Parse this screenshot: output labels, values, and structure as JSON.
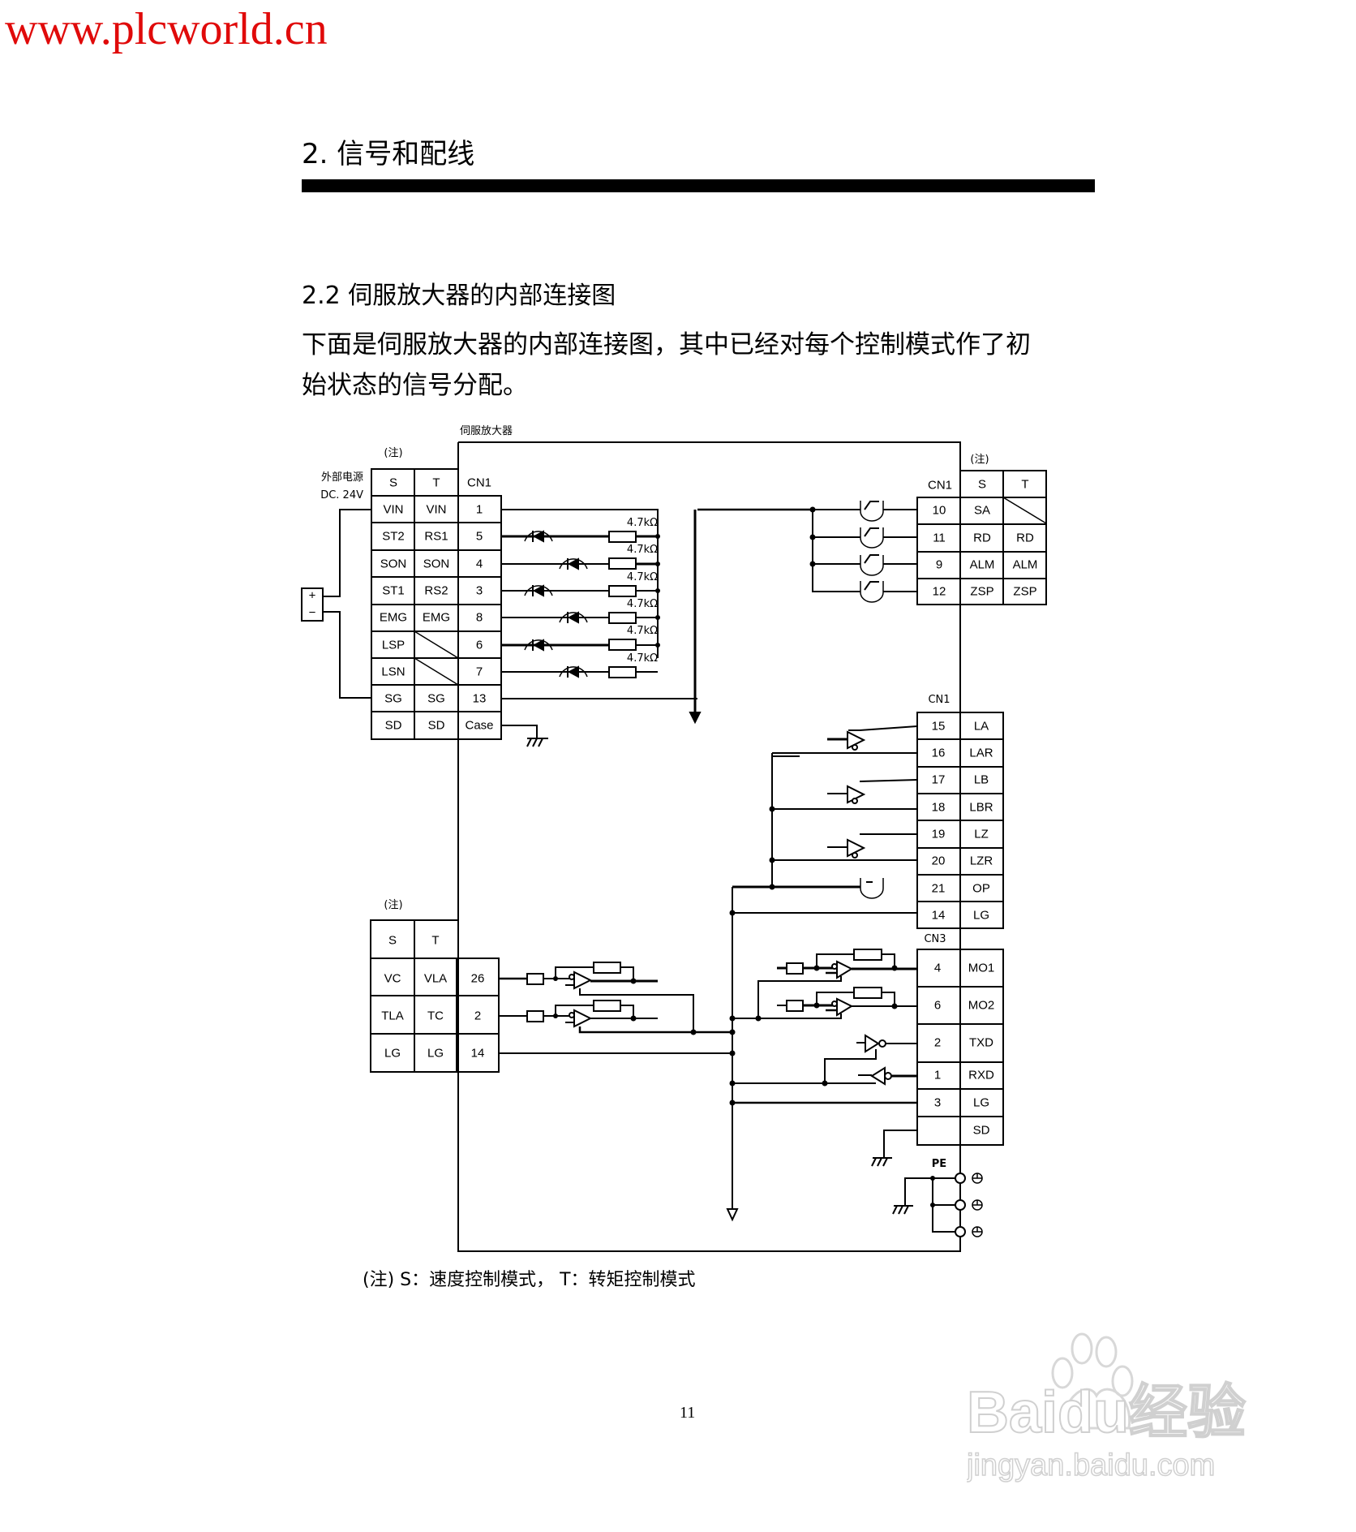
{
  "watermark_top": "www.plcworld.cn",
  "chapter": {
    "title": "2.  信号和配线"
  },
  "section": {
    "title": "2.2  伺服放大器的内部连接图"
  },
  "paragraph": {
    "line1": "下面是伺服放大器的内部连接图，其中已经对每个控制模式作了初",
    "line2": "始状态的信号分配。"
  },
  "diagram": {
    "amp_label": "伺服放大器",
    "ext_power_label": "外部电源",
    "ext_power_voltage": "DC. 24V",
    "note_mark": "(注)",
    "cn1_input": {
      "header": [
        "S",
        "T",
        "CN1"
      ],
      "rows": [
        {
          "s": "VIN",
          "t": "VIN",
          "pin": "1"
        },
        {
          "s": "ST2",
          "t": "RS1",
          "pin": "5"
        },
        {
          "s": "SON",
          "t": "SON",
          "pin": "4"
        },
        {
          "s": "ST1",
          "t": "RS2",
          "pin": "3"
        },
        {
          "s": "EMG",
          "t": "EMG",
          "pin": "8"
        },
        {
          "s": "LSP",
          "t": "",
          "pin": "6"
        },
        {
          "s": "LSN",
          "t": "",
          "pin": "7"
        },
        {
          "s": "SG",
          "t": "SG",
          "pin": "13"
        },
        {
          "s": "SD",
          "t": "SD",
          "pin": "Case"
        }
      ],
      "resistor_label": "4.7kΩ"
    },
    "cn1_output": {
      "header": [
        "CN1",
        "S",
        "T"
      ],
      "rows": [
        {
          "pin": "10",
          "s": "SA",
          "t": ""
        },
        {
          "pin": "11",
          "s": "RD",
          "t": "RD"
        },
        {
          "pin": "9",
          "s": "ALM",
          "t": "ALM"
        },
        {
          "pin": "12",
          "s": "ZSP",
          "t": "ZSP"
        }
      ]
    },
    "cn1_encoder": {
      "label": "CN1",
      "rows": [
        {
          "pin": "15",
          "sig": "LA"
        },
        {
          "pin": "16",
          "sig": "LAR"
        },
        {
          "pin": "17",
          "sig": "LB"
        },
        {
          "pin": "18",
          "sig": "LBR"
        },
        {
          "pin": "19",
          "sig": "LZ"
        },
        {
          "pin": "20",
          "sig": "LZR"
        },
        {
          "pin": "21",
          "sig": "OP"
        },
        {
          "pin": "14",
          "sig": "LG"
        }
      ]
    },
    "cn1_analog": {
      "header": [
        "S",
        "T"
      ],
      "rows": [
        {
          "s": "VC",
          "t": "VLA",
          "pin": "26"
        },
        {
          "s": "TLA",
          "t": "TC",
          "pin": "2"
        },
        {
          "s": "LG",
          "t": "LG",
          "pin": "14"
        }
      ]
    },
    "cn3": {
      "label": "CN3",
      "rows": [
        {
          "pin": "4",
          "sig": "MO1"
        },
        {
          "pin": "6",
          "sig": "MO2"
        },
        {
          "pin": "2",
          "sig": "TXD"
        },
        {
          "pin": "1",
          "sig": "RXD"
        },
        {
          "pin": "3",
          "sig": "LG"
        },
        {
          "pin": "",
          "sig": "SD"
        }
      ]
    },
    "pe_label": "PE",
    "supply_plus": "+",
    "supply_minus": "−"
  },
  "note": "(注)  S：速度控制模式，   T：转矩控制模式",
  "page_number": "11",
  "watermark_bottom": {
    "brand": "Baidu经验",
    "url": "jingyan.baidu.com"
  }
}
